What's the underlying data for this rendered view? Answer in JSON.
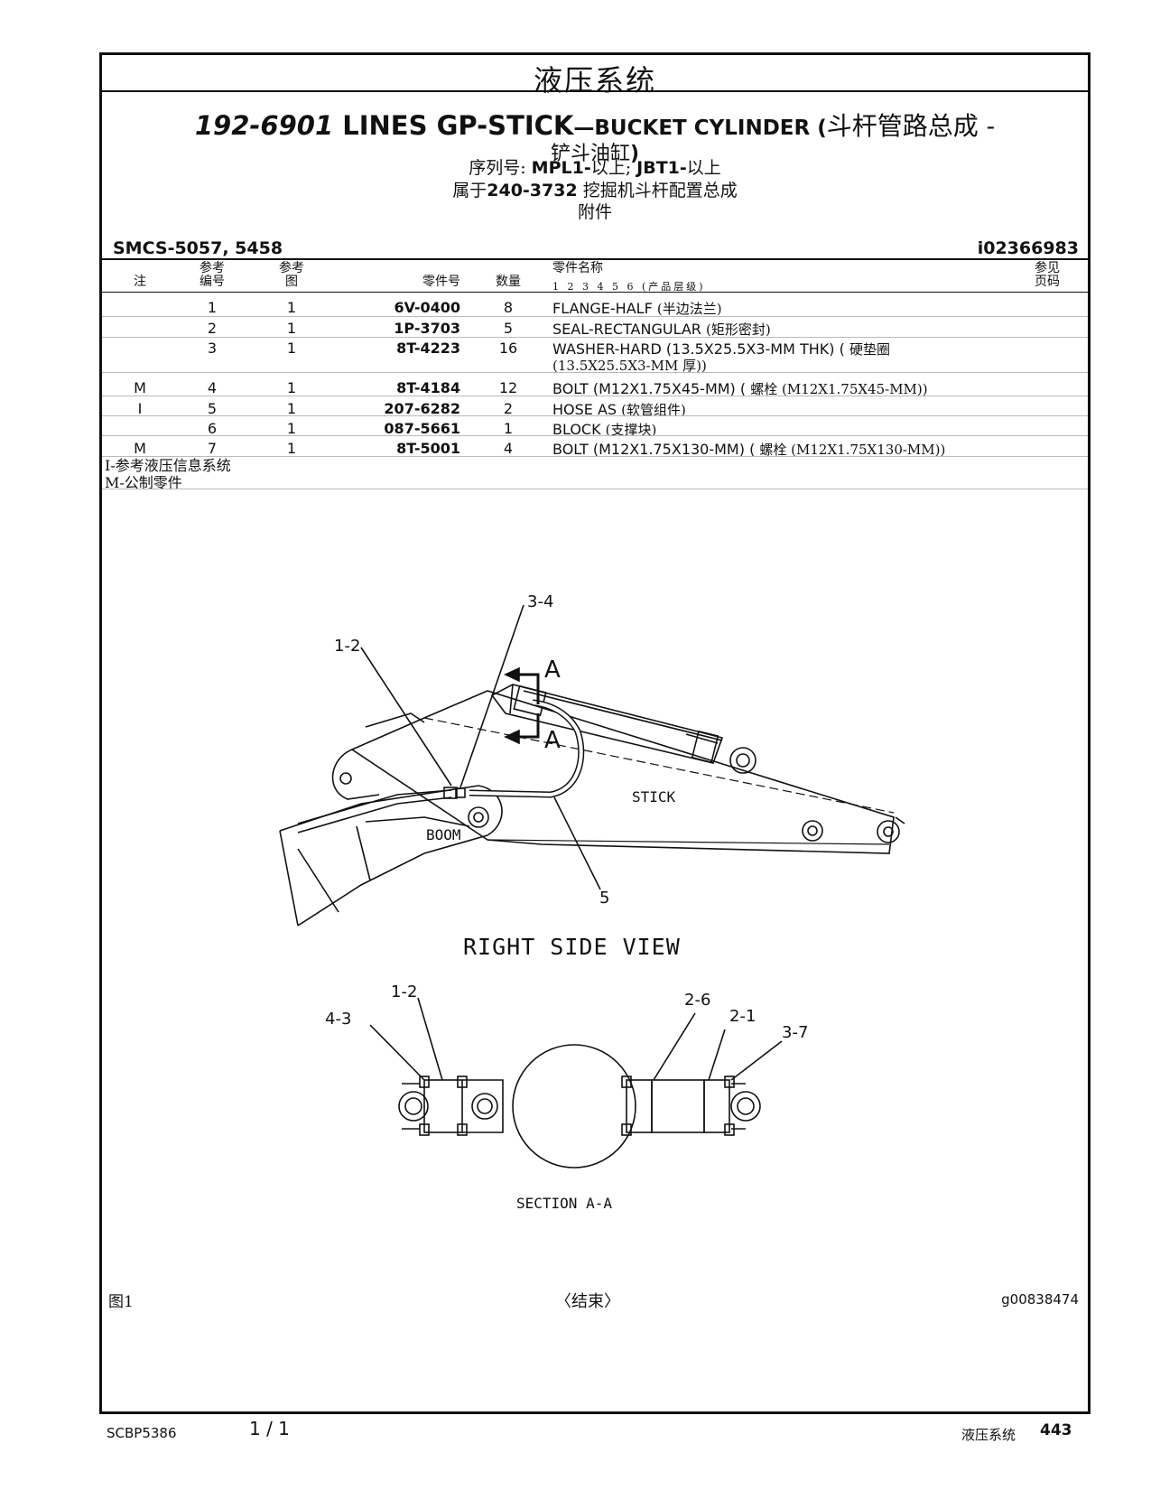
{
  "section": "液压系统",
  "title": {
    "part_number": "192-6901",
    "name_main": "LINES GP-STICK",
    "name_rest": "—BUCKET CYLINDER (",
    "name_cn_1": "斗杆管路总成 -",
    "name_cn_2": "铲斗油缸",
    "close": ")"
  },
  "serial_label": "序列号:",
  "serial_value1": "MPL1-",
  "serial_text1": "以上;",
  "serial_value2": "JBT1-",
  "serial_text2": "以上",
  "belongs_label": "属于",
  "belongs_pn": "240-3732",
  "belongs_text": "挖掘机斗杆配置总成",
  "attachment": "附件",
  "smcs": "SMCS-5057, 5458",
  "doc_id": "i02366983",
  "headers": {
    "note": "注",
    "ref_top": "参考",
    "ref_bottom": "编号",
    "fig_top": "参考",
    "fig_bottom": "图",
    "part_no": "零件号",
    "qty": "数量",
    "name": "零件名称",
    "levels": "1 2 3 4 5 6 (产品层级)",
    "page_top": "参见",
    "page_bottom": "页码"
  },
  "rows": [
    {
      "note": "",
      "ref": "1",
      "fig": "1",
      "pn": "6V-0400",
      "qty": "8",
      "desc": "FLANGE-HALF",
      "desc_cn": "(半边法兰)",
      "desc2": ""
    },
    {
      "note": "",
      "ref": "2",
      "fig": "1",
      "pn": "1P-3703",
      "qty": "5",
      "desc": "SEAL-RECTANGULAR",
      "desc_cn": "(矩形密封)",
      "desc2": ""
    },
    {
      "note": "",
      "ref": "3",
      "fig": "1",
      "pn": "8T-4223",
      "qty": "16",
      "desc": "WASHER-HARD (13.5X25.5X3-MM THK) (",
      "desc_cn": "硬垫圈",
      "desc2": "(13.5X25.5X3-MM 厚))"
    },
    {
      "note": "M",
      "ref": "4",
      "fig": "1",
      "pn": "8T-4184",
      "qty": "12",
      "desc": "BOLT (M12X1.75X45-MM) (",
      "desc_cn": "螺栓 (M12X1.75X45-MM))",
      "desc2": ""
    },
    {
      "note": "I",
      "ref": "5",
      "fig": "1",
      "pn": "207-6282",
      "qty": "2",
      "desc": "HOSE AS",
      "desc_cn": "(软管组件)",
      "desc2": ""
    },
    {
      "note": "",
      "ref": "6",
      "fig": "1",
      "pn": "087-5661",
      "qty": "1",
      "desc": "BLOCK",
      "desc_cn": "(支撑块)",
      "desc2": ""
    },
    {
      "note": "M",
      "ref": "7",
      "fig": "1",
      "pn": "8T-5001",
      "qty": "4",
      "desc": "BOLT (M12X1.75X130-MM) (",
      "desc_cn": "螺栓 (M12X1.75X130-MM))",
      "desc2": ""
    }
  ],
  "notes": [
    "I-参考液压信息系统",
    "M-公制零件"
  ],
  "diagram": {
    "callout_1_2": "1-2",
    "callout_3_4": "3-4",
    "callout_5": "5",
    "section_mark_top": "A",
    "section_mark_bottom": "A",
    "label_stick": "STICK",
    "label_boom": "BOOM",
    "view_title": "RIGHT SIDE VIEW",
    "callout_sec_1_2": "1-2",
    "callout_4_3": "4-3",
    "callout_2_6": "2-6",
    "callout_2_1": "2-1",
    "callout_3_7": "3-7",
    "section_title": "SECTION A-A"
  },
  "figure_label": "图1",
  "end_label": "〈结束〉",
  "graphic_id": "g00838474",
  "footer": {
    "doc": "SCBP5386",
    "page_of": "1 / 1",
    "section": "液压系统",
    "page": "443"
  }
}
